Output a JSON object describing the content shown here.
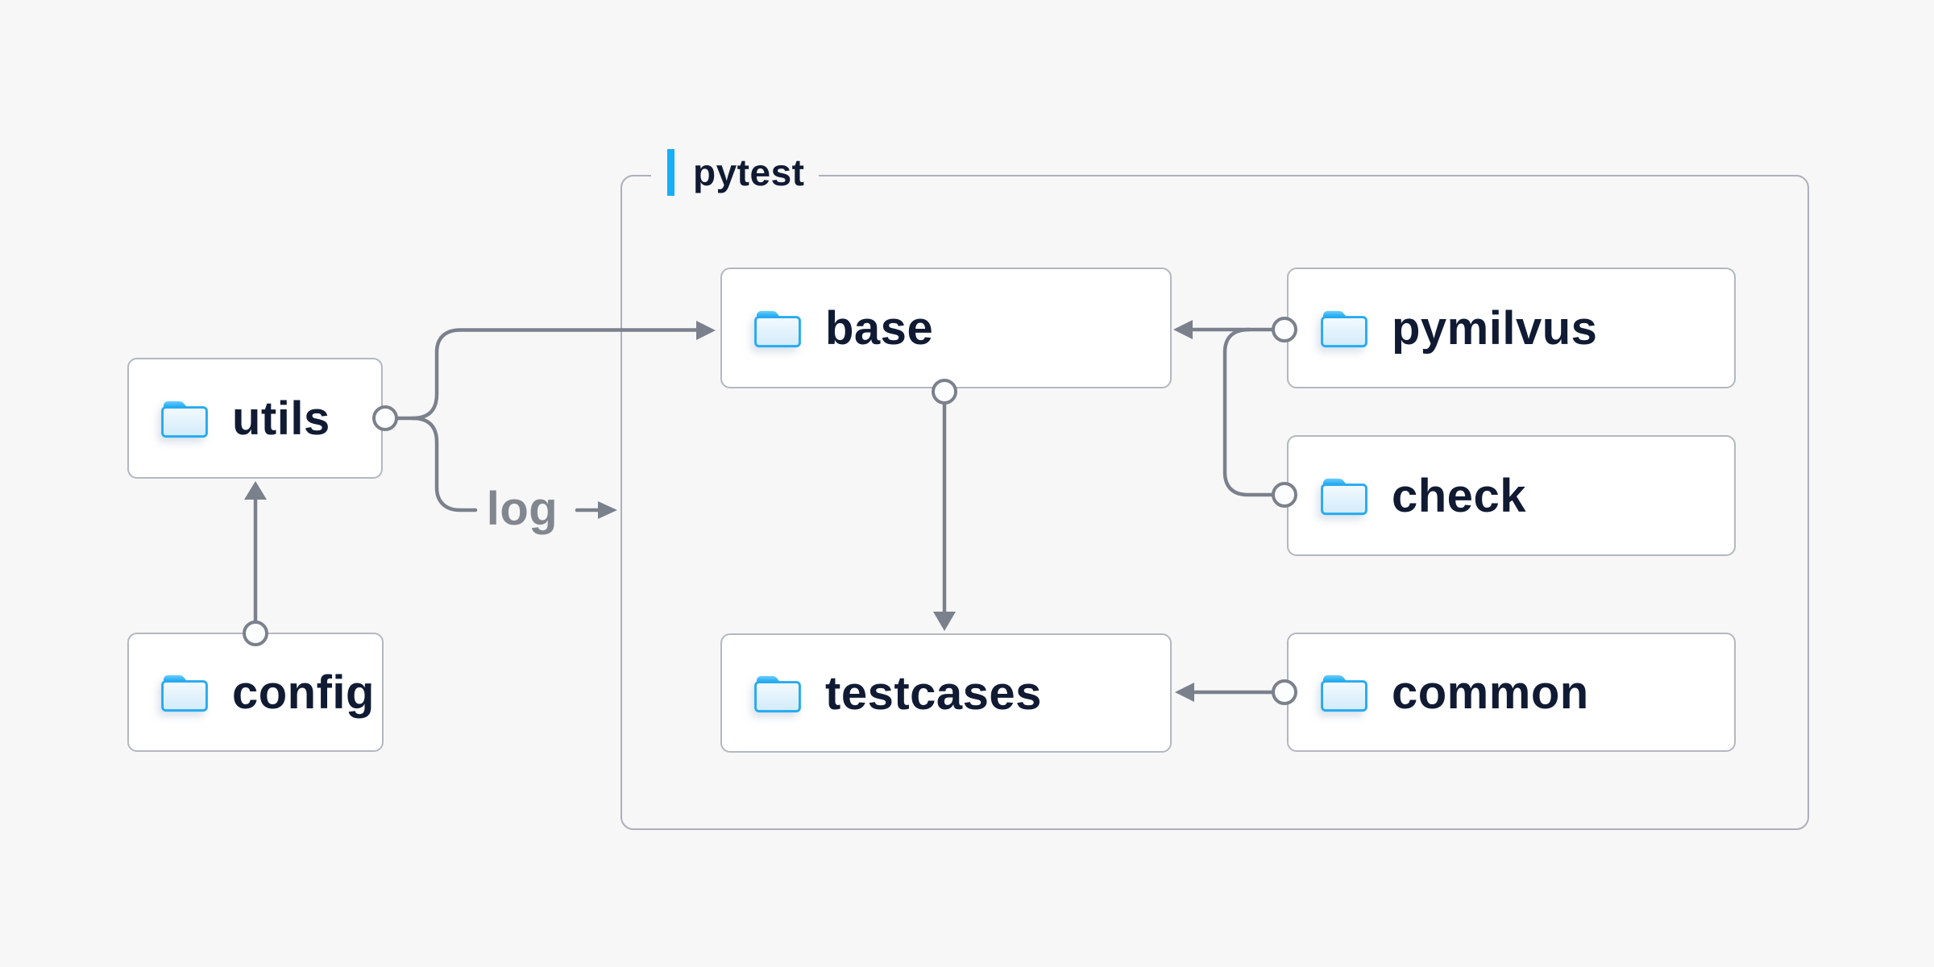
{
  "diagram": {
    "group": {
      "label": "pytest"
    },
    "nodes": [
      {
        "id": "utils",
        "label": "utils"
      },
      {
        "id": "config",
        "label": "config"
      },
      {
        "id": "base",
        "label": "base"
      },
      {
        "id": "pymilvus",
        "label": "pymilvus"
      },
      {
        "id": "check",
        "label": "check"
      },
      {
        "id": "testcases",
        "label": "testcases"
      },
      {
        "id": "common",
        "label": "common"
      }
    ],
    "edges": [
      {
        "from": "config",
        "to": "utils",
        "label": ""
      },
      {
        "from": "utils",
        "to": "base",
        "label": ""
      },
      {
        "from": "utils",
        "to": "pytest",
        "label": "log"
      },
      {
        "from": "pymilvus",
        "to": "base",
        "label": ""
      },
      {
        "from": "check",
        "to": "base",
        "label": ""
      },
      {
        "from": "base",
        "to": "testcases",
        "label": ""
      },
      {
        "from": "common",
        "to": "testcases",
        "label": ""
      }
    ],
    "colors": {
      "background": "#f7f7f8",
      "node_fill": "#ffffff",
      "node_border": "#b3b7c1",
      "group_border": "#aeafbc",
      "connector": "#7b818c",
      "accent_blue": "#17aef5",
      "folder_stroke": "#27aaf0",
      "text_dark": "#101b33",
      "text_gray": "#82878f"
    }
  }
}
